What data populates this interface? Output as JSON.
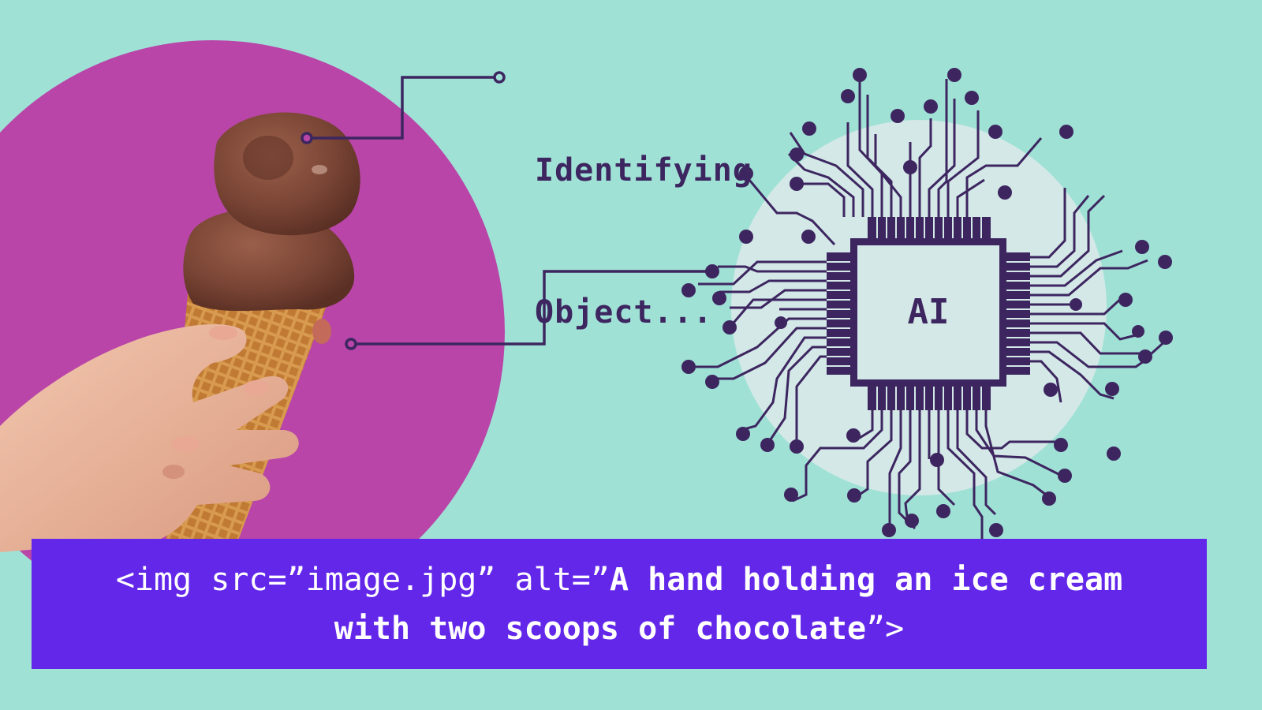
{
  "label": {
    "line1": "Identifying",
    "line2": "Object..."
  },
  "chip": {
    "text": "AI"
  },
  "photo": {
    "description": "hand holding a chocolate ice cream cone with two scoops"
  },
  "banner": {
    "line1_plain": "<img src=”image.jpg” alt=”",
    "line1_bold": "A hand holding an ice cream",
    "line2_bold": "with two scoops of chocolate",
    "line2_plain": "”>"
  },
  "colors": {
    "background": "#A0E1D6",
    "circle": "#B945A8",
    "circuit": "#3D2660",
    "chip_fill": "#D3E8E7",
    "glow": "#D3E8E7",
    "banner": "#6327EA",
    "banner_text": "#FFFFFF"
  }
}
